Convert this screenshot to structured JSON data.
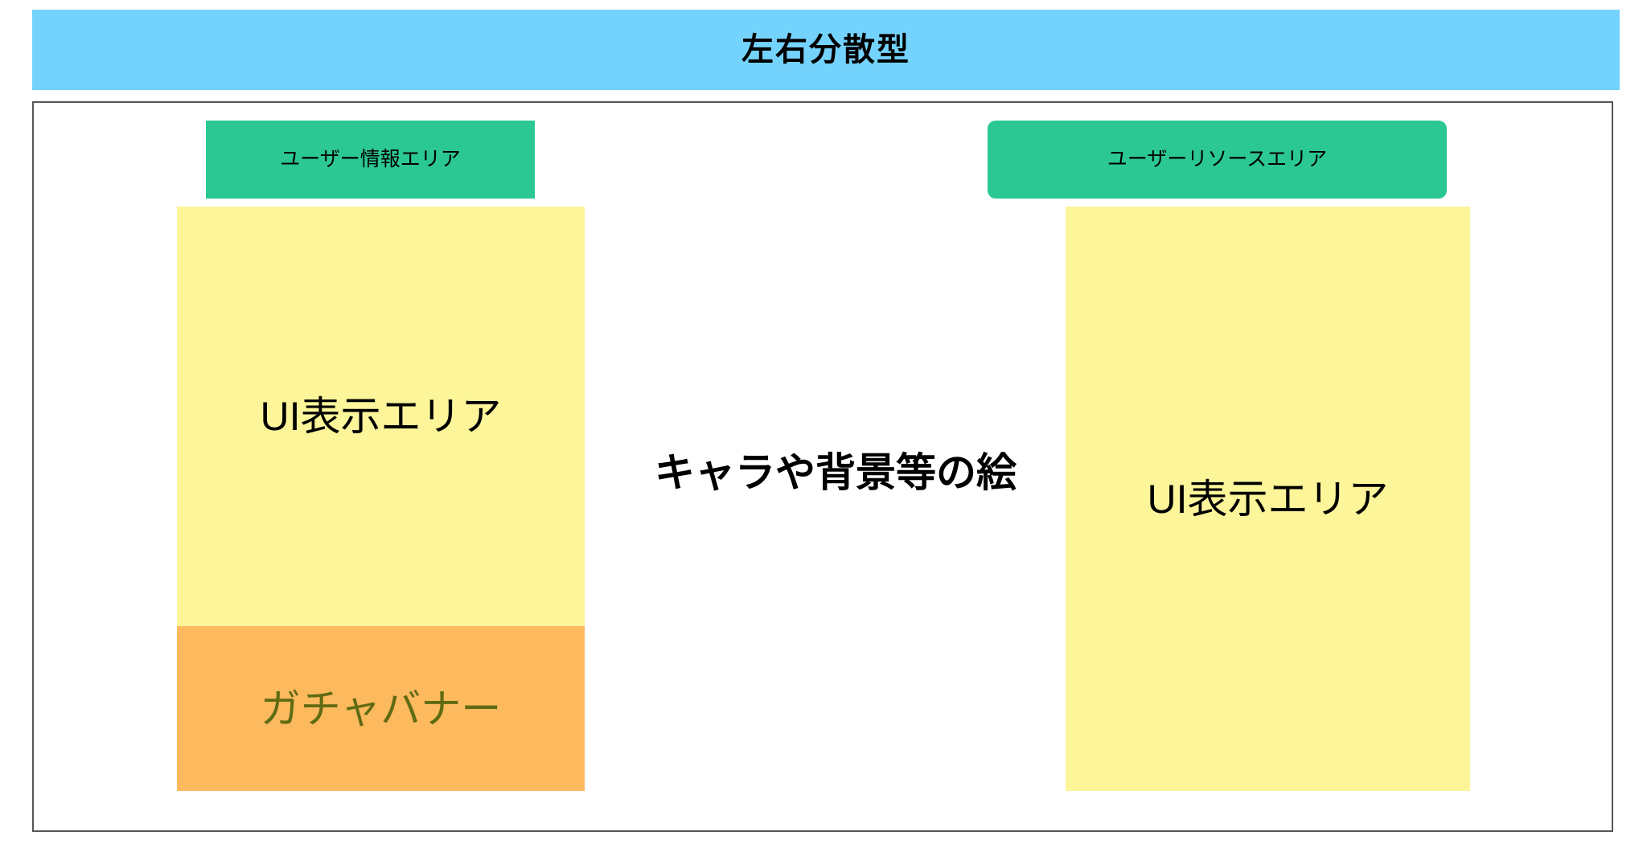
{
  "header": {
    "title": "左右分散型",
    "background_color": "#74d3fc",
    "text_color": "#000000"
  },
  "frame": {
    "background_color": "#ffffff",
    "border_color": "#555555"
  },
  "layout": {
    "left_column": {
      "tag": {
        "label": "ユーザー情報エリア",
        "background_color": "#2bc894",
        "text_color": "#000000"
      },
      "ui_panel": {
        "label": "UI表示エリア",
        "background_color": "#fcf59a",
        "text_color": "#000000"
      },
      "banner": {
        "label": "ガチャバナー",
        "background_color": "#fcb95e",
        "text_color": "#5f6b12"
      }
    },
    "center_column": {
      "caption": {
        "label": "キャラや背景等の絵",
        "background_color": "#ffffff",
        "text_color": "#000000"
      }
    },
    "right_column": {
      "tag": {
        "label": "ユーザーリソースエリア",
        "background_color": "#2bc894",
        "text_color": "#000000"
      },
      "ui_panel": {
        "label": "UI表示エリア",
        "background_color": "#fcf59a",
        "text_color": "#000000"
      }
    }
  }
}
